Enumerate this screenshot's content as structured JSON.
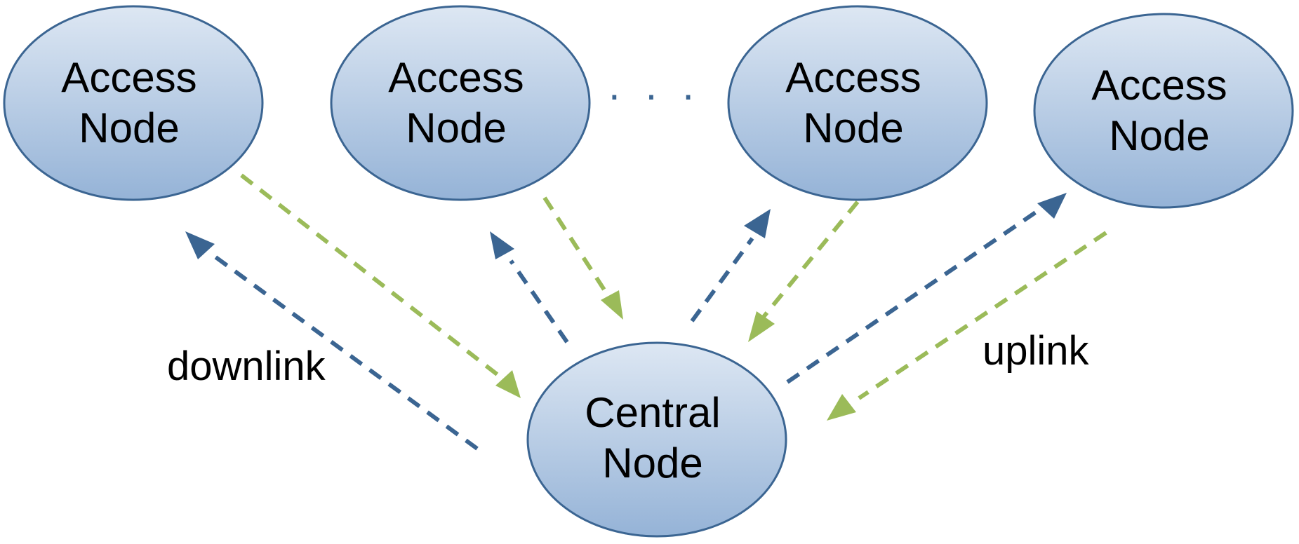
{
  "diagram": {
    "nodes": [
      {
        "id": "access-1",
        "line1": "Access",
        "line2": "Node"
      },
      {
        "id": "access-2",
        "line1": "Access",
        "line2": "Node"
      },
      {
        "id": "access-3",
        "line1": "Access",
        "line2": "Node"
      },
      {
        "id": "access-4",
        "line1": "Access",
        "line2": "Node"
      },
      {
        "id": "central",
        "line1": "Central",
        "line2": "Node"
      }
    ],
    "ellipsis": "· · ·",
    "labels": {
      "downlink": "downlink",
      "uplink": "uplink"
    },
    "colors": {
      "node_fill_top": "#dde7f3",
      "node_fill_bottom": "#95b3d7",
      "node_stroke": "#3b6592",
      "downlink_arrow": "#3b6592",
      "uplink_arrow": "#9bbb59",
      "text": "#000000"
    }
  }
}
